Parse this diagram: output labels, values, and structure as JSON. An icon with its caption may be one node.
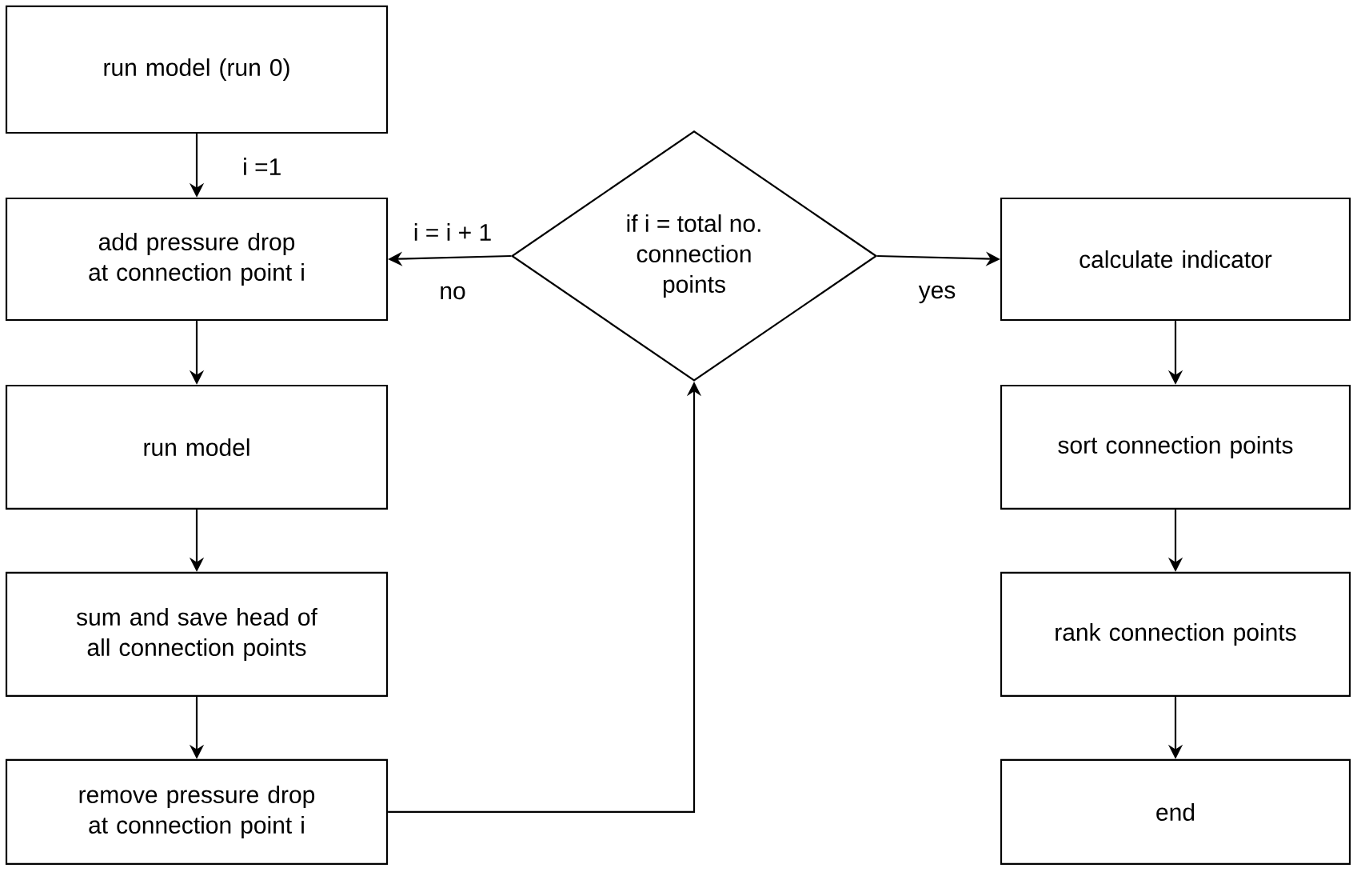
{
  "diagram": {
    "nodes": [
      {
        "text": [
          "run model (run 0)"
        ]
      },
      {
        "text": [
          "add pressure drop at connection point i"
        ]
      },
      {
        "text": [
          "run model"
        ]
      },
      {
        "text": [
          "sum and save head of all connection points"
        ]
      },
      {
        "text": [
          "remove pressure drop at connection point i"
        ]
      },
      {
        "text": [
          "if i = total no. connection points"
        ]
      },
      {
        "text": [
          "calculate indicator"
        ]
      },
      {
        "text": [
          "sort connection points"
        ]
      },
      {
        "text": [
          "rank connection points"
        ]
      },
      {
        "text": [
          "end"
        ]
      }
    ],
    "edges": [
      {
        "from": 0,
        "to": 1,
        "arrow": "to",
        "label": "i =1"
      },
      {
        "from": 1,
        "to": 2,
        "arrow": "to"
      },
      {
        "from": 2,
        "to": 3,
        "arrow": "to"
      },
      {
        "from": 3,
        "to": 4,
        "arrow": "to"
      },
      {
        "from": 4,
        "to": 5,
        "arrow": "to"
      },
      {
        "from": 5,
        "to": 1,
        "arrow": "to",
        "label": "i  = i + 1"
      },
      {
        "from": 5,
        "to": 6,
        "arrow": "to",
        "label": "yes"
      },
      {
        "from": 6,
        "to": 7,
        "arrow": "to"
      },
      {
        "from": 7,
        "to": 8,
        "arrow": "to"
      },
      {
        "from": 8,
        "to": 9,
        "arrow": "to"
      }
    ],
    "labels": [
      "no"
    ]
  }
}
